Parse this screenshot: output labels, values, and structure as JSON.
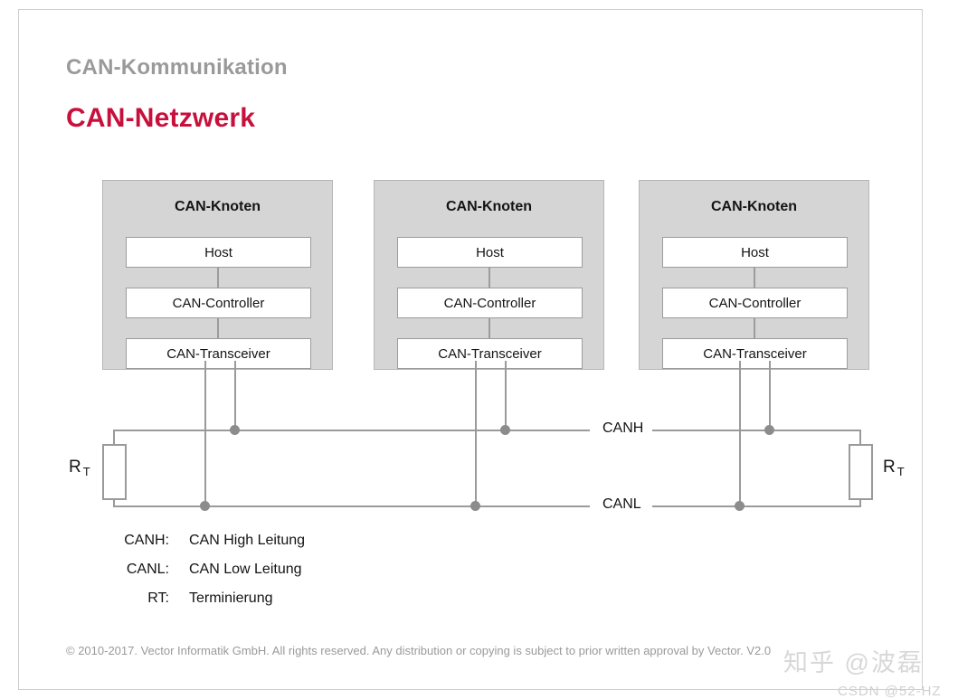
{
  "slide": {
    "eyebrow": "CAN-Kommunikation",
    "title": "CAN-Netzwerk",
    "accent_color": "#c8103c",
    "eyebrow_color": "#9a9a9a",
    "panel_color": "#d5d5d6",
    "wire_color": "#9a9a9a"
  },
  "nodes": [
    {
      "title": "CAN-Knoten",
      "layers": [
        {
          "label": "Host"
        },
        {
          "label": "CAN-Controller"
        },
        {
          "label": "CAN-Transceiver"
        }
      ]
    },
    {
      "title": "CAN-Knoten",
      "layers": [
        {
          "label": "Host"
        },
        {
          "label": "CAN-Controller"
        },
        {
          "label": "CAN-Transceiver"
        }
      ]
    },
    {
      "title": "CAN-Knoten",
      "layers": [
        {
          "label": "Host"
        },
        {
          "label": "CAN-Controller"
        },
        {
          "label": "CAN-Transceiver"
        }
      ]
    }
  ],
  "bus": {
    "high_label": "CANH",
    "low_label": "CANL"
  },
  "terminators": {
    "symbol": "R",
    "subscript": "T"
  },
  "legend": [
    {
      "key": "CANH:",
      "value": "CAN High Leitung"
    },
    {
      "key": "CANL:",
      "value": "CAN Low Leitung"
    },
    {
      "key": "RT:",
      "value": "Terminierung"
    }
  ],
  "footer": {
    "text": "© 2010-2017. Vector Informatik GmbH. All rights reserved. Any distribution or copying is subject to prior written approval by Vector. V2.0"
  },
  "watermarks": {
    "zhihu": "知乎 @波磊",
    "csdn": "CSDN @52-HZ"
  }
}
